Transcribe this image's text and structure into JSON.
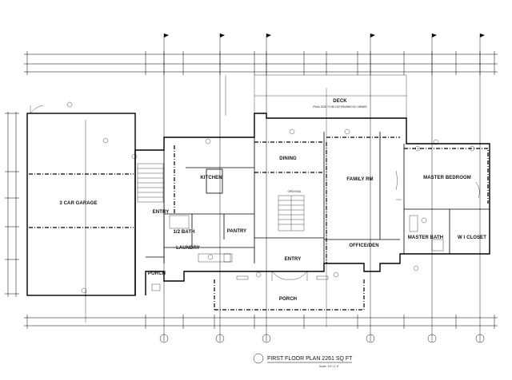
{
  "drawing": {
    "caption": "FIRST FLOOR PLAN  2261 SQ FT",
    "scale": "Scale: 1/4\"=1'-0\""
  },
  "rooms": {
    "garage": "3 CAR GARAGE",
    "kitchen": "KITCHEN",
    "dining": "DINING",
    "family": "FAMILY RM",
    "master_bedroom": "MASTER BEDROOM",
    "master_bath": "MASTER BATH",
    "closet": "W I CLOSET",
    "office": "OFFICE/DEN",
    "deck": "DECK",
    "entry_side": "ENTRY",
    "entry_main": "ENTRY",
    "half_bath": "1/2 BATH",
    "pantry": "PANTRY",
    "laundry": "LAUNDRY",
    "porch_side": "PORCH",
    "porch_main": "PORCH"
  },
  "notes": {
    "open_rail": "OPEN RAIL",
    "deck_note": "FINAL SIZE TO BE DETERMINED BY OWNER"
  }
}
